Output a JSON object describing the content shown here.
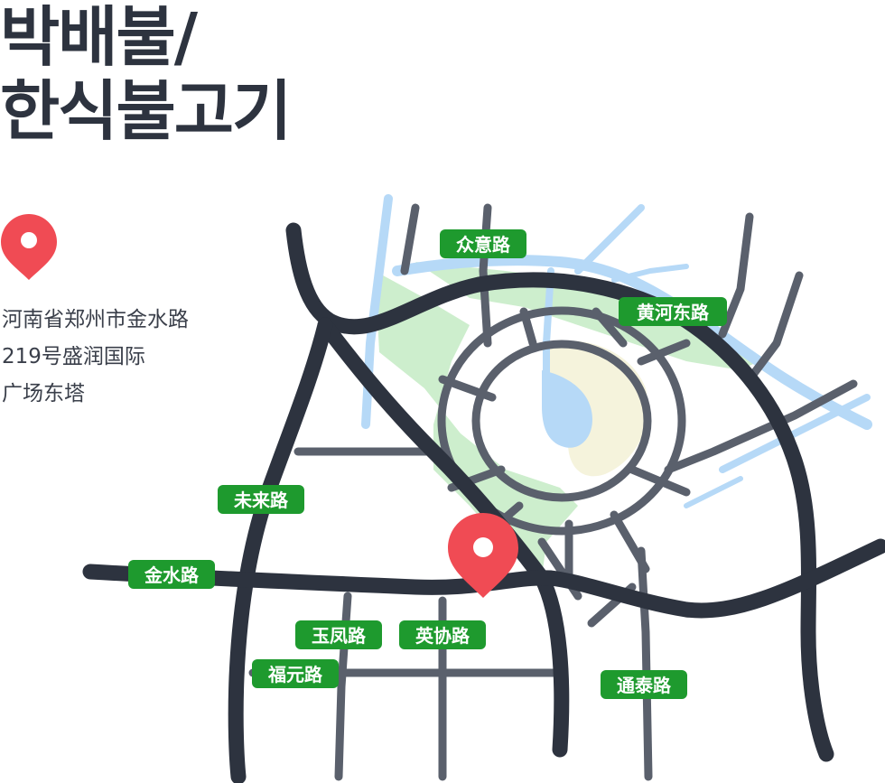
{
  "title": {
    "line1": "박배불/",
    "line2": "한식불고기"
  },
  "address": {
    "line1": "河南省郑州市金水路",
    "line2": "219号盛润国际",
    "line3": "广场东塔"
  },
  "roads": {
    "zhongyi": "众意路",
    "huanghe_east": "黄河东路",
    "weilai": "未来路",
    "jinshui": "金水路",
    "yufeng": "玉凤路",
    "yingxie": "英协路",
    "fuyuan": "福元路",
    "tongtai": "通泰路"
  },
  "colors": {
    "road": "#2d333f",
    "minor_road": "#5a606c",
    "water": "#b6d9f7",
    "park": "#cdeecd",
    "land": "#f5f3dc",
    "label": "#1e9a2e",
    "pin": "#f04b54"
  },
  "icons": {
    "location": "map-pin-icon"
  }
}
